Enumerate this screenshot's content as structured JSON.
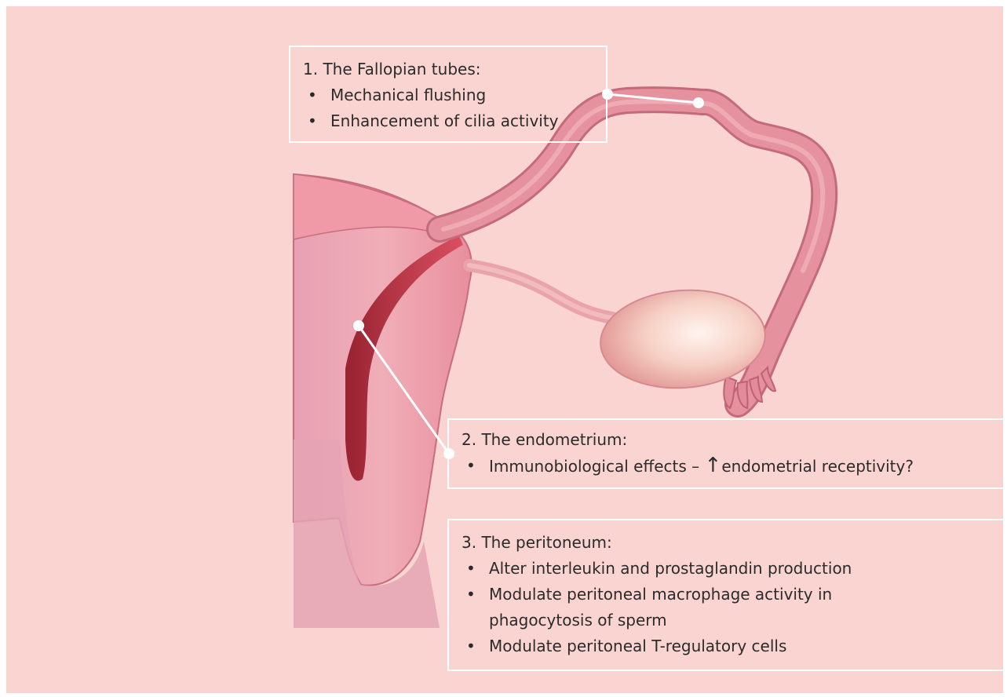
{
  "colors": {
    "background": "#f9d4d1",
    "tissue": "#e58f9b",
    "tissue_dark": "#c8576a",
    "cavity": "#b8202e",
    "ovary": "#f3c2b8",
    "callout_border": "#ffffff",
    "text": "#2b2b2b"
  },
  "callouts": {
    "fallopian": {
      "title": "1. The Fallopian tubes:",
      "items": [
        "Mechanical flushing",
        "Enhancement of cilia activity"
      ]
    },
    "endometrium": {
      "title": "2. The endometrium:",
      "item_prefix": "Immunobiological effects – ",
      "arrow": "↑",
      "item_suffix": "endometrial receptivity?"
    },
    "peritoneum": {
      "title": "3. The peritoneum:",
      "items": [
        "Alter interleukin and prostaglandin production",
        "Modulate peritoneal macrophage activity in phagocytosis of sperm",
        "Modulate peritoneal T-regulatory cells"
      ]
    }
  }
}
